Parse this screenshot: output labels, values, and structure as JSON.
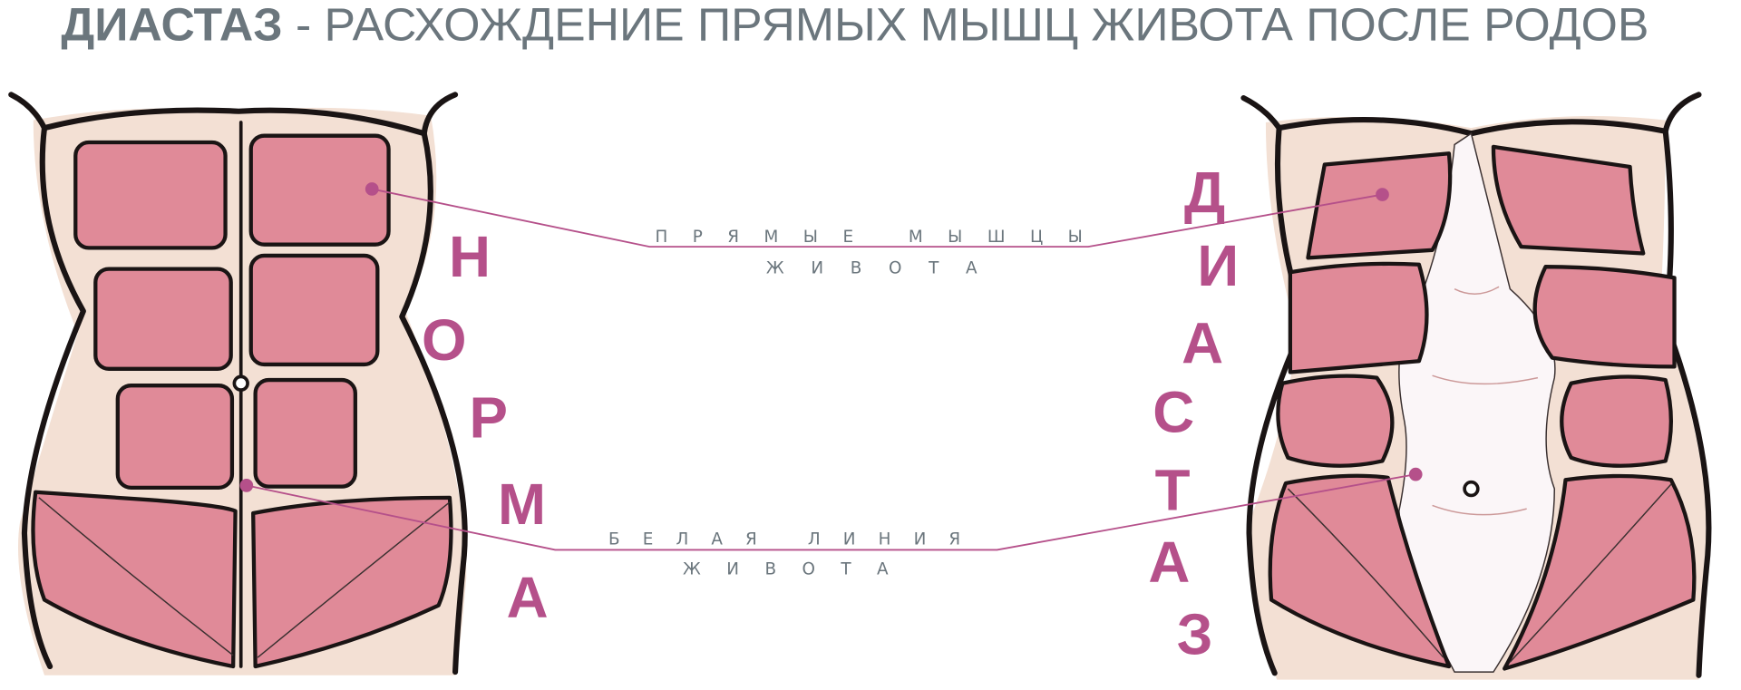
{
  "title": {
    "bold": "ДИАСТАЗ",
    "rest": " - РАСХОЖДЕНИЕ ПРЯМЫХ МЫШЦ ЖИВОТА ПОСЛЕ РОДОВ"
  },
  "labels": {
    "rectus_line1": "ПРЯМЫЕ МЫШЦЫ",
    "rectus_line2": "ЖИВОТА",
    "linea_line1": "БЕЛАЯ ЛИНИЯ",
    "linea_line2": "ЖИВОТА"
  },
  "left_caption": [
    "Н",
    "О",
    "Р",
    "М",
    "А"
  ],
  "right_caption": [
    "Д",
    "И",
    "А",
    "С",
    "Т",
    "А",
    "З"
  ],
  "colors": {
    "accent": "#b5508a",
    "text": "#6b767d",
    "muscle": "#e08a98",
    "skin": "#f3e0d4",
    "outline": "#1a1414"
  }
}
